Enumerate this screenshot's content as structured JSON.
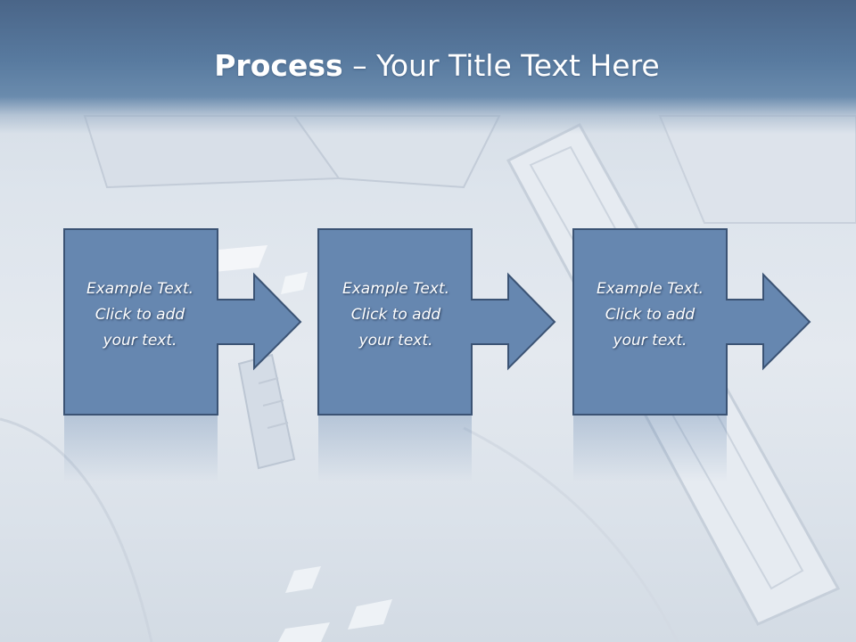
{
  "slide": {
    "title_bold": "Process",
    "title_rest": " – Your Title Text Here"
  },
  "steps": [
    {
      "line1": "Example Text.",
      "line2": "Click  to add",
      "line3": "your text."
    },
    {
      "line1": "Example Text.",
      "line2": "Click  to add",
      "line3": "your text."
    },
    {
      "line1": "Example Text.",
      "line2": "Click  to add",
      "line3": "your text."
    }
  ],
  "colors": {
    "title_band": "#587a9f",
    "shape_fill": "#6687b0",
    "shape_outline": "#3b5374",
    "text": "#ffffff"
  }
}
